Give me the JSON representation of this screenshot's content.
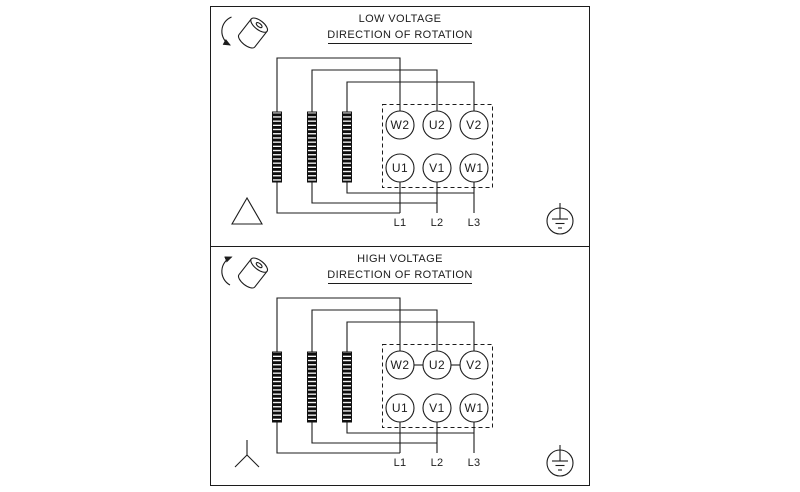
{
  "page": {
    "background": "#ffffff",
    "line_color": "#1c1c1c",
    "bar_fill": "#0e0e0e"
  },
  "panels": [
    {
      "id": "low-voltage",
      "title": "LOW VOLTAGE",
      "subtitle": "DIRECTION OF ROTATION",
      "connection_symbol": "delta",
      "terminals_top": [
        "W2",
        "U2",
        "V2"
      ],
      "terminals_bottom": [
        "U1",
        "V1",
        "W1"
      ],
      "phase_labels": [
        "L1",
        "L2",
        "L3"
      ]
    },
    {
      "id": "high-voltage",
      "title": "HIGH VOLTAGE",
      "subtitle": "DIRECTION OF ROTATION",
      "connection_symbol": "wye",
      "terminals_top": [
        "W2",
        "U2",
        "V2"
      ],
      "terminals_bottom": [
        "U1",
        "V1",
        "W1"
      ],
      "phase_labels": [
        "L1",
        "L2",
        "L3"
      ]
    }
  ]
}
